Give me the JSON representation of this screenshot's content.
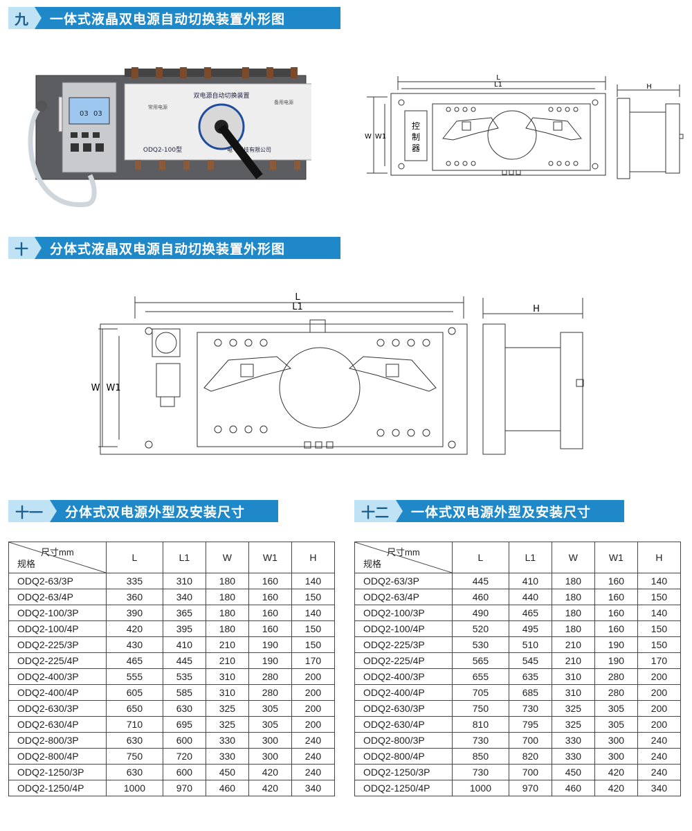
{
  "sections": [
    {
      "num": "九",
      "title": "一体式液晶双电源自动切换装置外形图"
    },
    {
      "num": "十",
      "title": "分体式液晶双电源自动切换装置外形图"
    },
    {
      "num": "十一",
      "title": "分体式双电源外型及安装尺寸"
    },
    {
      "num": "十二",
      "title": "一体式双电源外型及安装尺寸"
    }
  ],
  "photo": {
    "device_title": "双电源自动切换装置",
    "left_label": "常用电源",
    "right_label": "备用电源",
    "model_label": "ODQ2-100型",
    "maker_label": "电气科技有限公司",
    "screen_left": "03",
    "screen_right": "03"
  },
  "drawing": {
    "L": "L",
    "L1": "L1",
    "W": "W",
    "W1": "W1",
    "H": "H",
    "controller": [
      "控",
      "制",
      "器"
    ]
  },
  "table_header": {
    "size": "尺寸mm",
    "spec": "规格",
    "cols": [
      "L",
      "L1",
      "W",
      "W1",
      "H"
    ]
  },
  "table_split": [
    [
      "ODQ2-63/3P",
      "335",
      "310",
      "180",
      "160",
      "140"
    ],
    [
      "ODQ2-63/4P",
      "360",
      "340",
      "180",
      "160",
      "150"
    ],
    [
      "ODQ2-100/3P",
      "390",
      "365",
      "180",
      "160",
      "140"
    ],
    [
      "ODQ2-100/4P",
      "420",
      "395",
      "180",
      "160",
      "150"
    ],
    [
      "ODQ2-225/3P",
      "430",
      "410",
      "210",
      "190",
      "150"
    ],
    [
      "ODQ2-225/4P",
      "465",
      "445",
      "210",
      "190",
      "170"
    ],
    [
      "ODQ2-400/3P",
      "555",
      "535",
      "310",
      "280",
      "200"
    ],
    [
      "ODQ2-400/4P",
      "605",
      "585",
      "310",
      "280",
      "200"
    ],
    [
      "ODQ2-630/3P",
      "650",
      "630",
      "325",
      "305",
      "200"
    ],
    [
      "ODQ2-630/4P",
      "710",
      "695",
      "325",
      "305",
      "200"
    ],
    [
      "ODQ2-800/3P",
      "630",
      "600",
      "330",
      "300",
      "240"
    ],
    [
      "ODQ2-800/4P",
      "750",
      "720",
      "330",
      "300",
      "240"
    ],
    [
      "ODQ2-1250/3P",
      "630",
      "600",
      "450",
      "420",
      "240"
    ],
    [
      "ODQ2-1250/4P",
      "1000",
      "970",
      "460",
      "420",
      "340"
    ]
  ],
  "table_integrated": [
    [
      "ODQ2-63/3P",
      "445",
      "410",
      "180",
      "160",
      "140"
    ],
    [
      "ODQ2-63/4P",
      "460",
      "440",
      "180",
      "160",
      "150"
    ],
    [
      "ODQ2-100/3P",
      "490",
      "465",
      "180",
      "160",
      "140"
    ],
    [
      "ODQ2-100/4P",
      "520",
      "495",
      "180",
      "160",
      "150"
    ],
    [
      "ODQ2-225/3P",
      "530",
      "510",
      "210",
      "190",
      "150"
    ],
    [
      "ODQ2-225/4P",
      "565",
      "545",
      "210",
      "190",
      "170"
    ],
    [
      "ODQ2-400/3P",
      "655",
      "635",
      "310",
      "280",
      "200"
    ],
    [
      "ODQ2-400/4P",
      "705",
      "685",
      "310",
      "280",
      "200"
    ],
    [
      "ODQ2-630/3P",
      "750",
      "730",
      "325",
      "305",
      "200"
    ],
    [
      "ODQ2-630/4P",
      "810",
      "795",
      "325",
      "305",
      "200"
    ],
    [
      "ODQ2-800/3P",
      "730",
      "700",
      "330",
      "300",
      "240"
    ],
    [
      "ODQ2-800/4P",
      "850",
      "820",
      "330",
      "300",
      "240"
    ],
    [
      "ODQ2-1250/3P",
      "730",
      "700",
      "450",
      "420",
      "240"
    ],
    [
      "ODQ2-1250/4P",
      "1000",
      "970",
      "460",
      "420",
      "340"
    ]
  ]
}
